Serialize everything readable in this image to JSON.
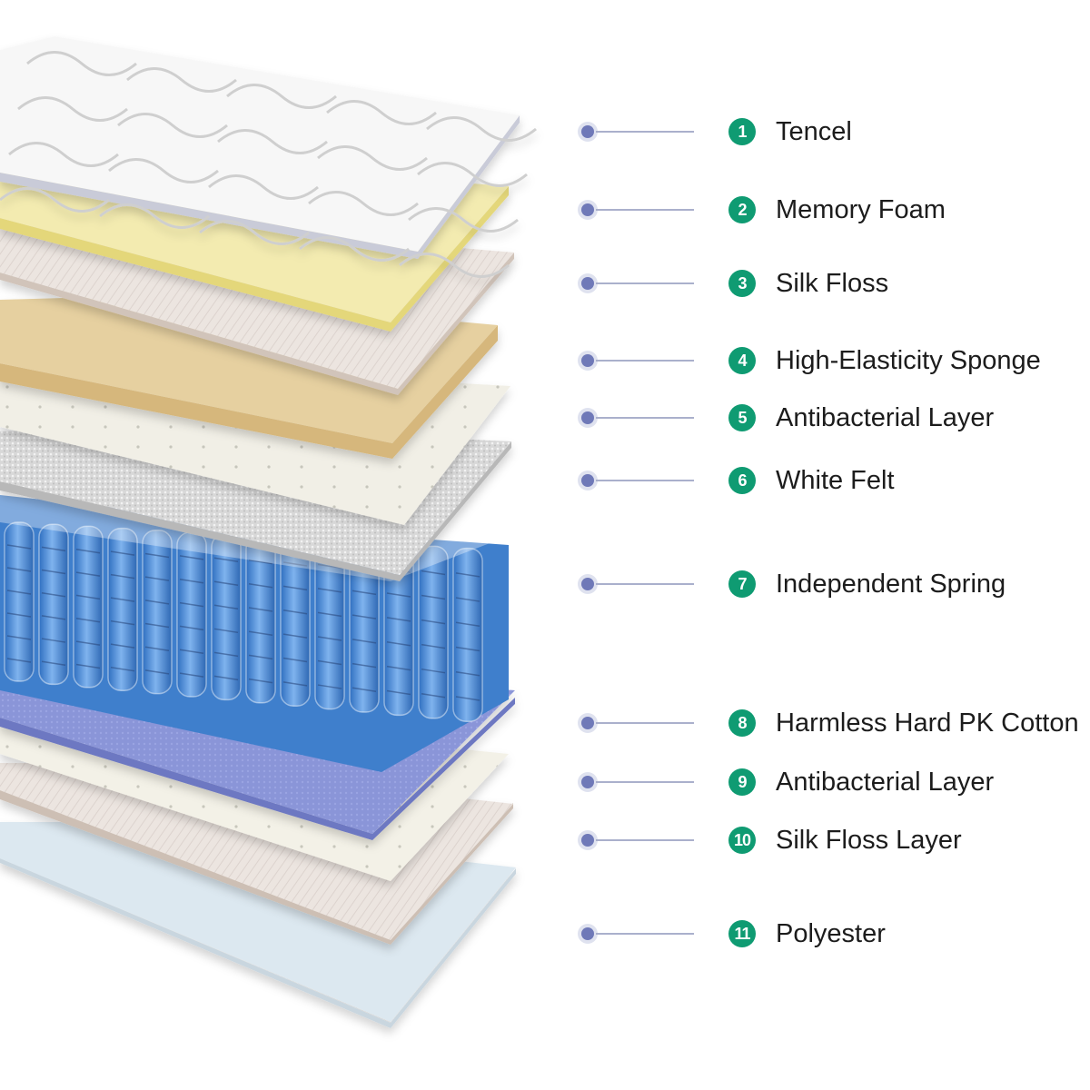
{
  "layers": [
    {
      "number": "1",
      "label": "Tencel"
    },
    {
      "number": "2",
      "label": "Memory Foam"
    },
    {
      "number": "3",
      "label": "Silk Floss"
    },
    {
      "number": "4",
      "label": "High-Elasticity Sponge"
    },
    {
      "number": "5",
      "label": "Antibacterial Layer"
    },
    {
      "number": "6",
      "label": "White Felt"
    },
    {
      "number": "7",
      "label": "Independent Spring"
    },
    {
      "number": "8",
      "label": "Harmless Hard PK Cotton"
    },
    {
      "number": "9",
      "label": "Antibacterial Layer"
    },
    {
      "number": "10",
      "label": "Silk Floss Layer"
    },
    {
      "number": "11",
      "label": "Polyester"
    }
  ],
  "colors": {
    "badge": "#0f9b72",
    "dot": "#6f79b8",
    "tencel": "#f7f7f7",
    "memory_foam": "#f3ebb0",
    "silk_floss": "#ece5e0",
    "sponge": "#e6d0a0",
    "antibacterial": "#f1efe6",
    "white_felt": "#d9d9d9",
    "spring": "#4d8fd6",
    "pk_cotton": "#8793d6",
    "polyester": "#dce8f0"
  }
}
